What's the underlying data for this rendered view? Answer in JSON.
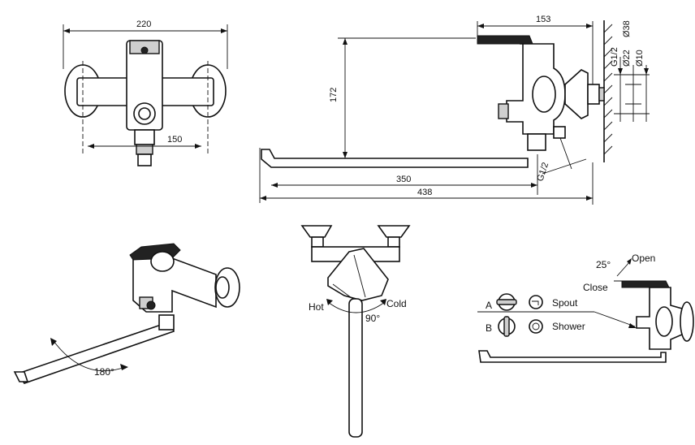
{
  "dimensions": {
    "front_width": "220",
    "front_center_distance": "150",
    "side_wall_depth": "153",
    "side_height": "172",
    "spout_length": "350",
    "overall_length": "438",
    "thread_bottom": "G1/2",
    "thread_top": "G1/2",
    "diameter_outer": "Ø38",
    "diameter_mid": "Ø22",
    "diameter_inner": "Ø10"
  },
  "labels": {
    "rotation_angle": "180°",
    "hot": "Hot",
    "cold": "Cold",
    "handle_angle": "90°",
    "tilt_angle": "25°",
    "open": "Open",
    "close": "Close",
    "position_a": "A",
    "position_b": "B",
    "spout": "Spout",
    "shower": "Shower"
  },
  "icons": {
    "faucet_mode": "faucet-icon",
    "shower_mode": "shower-head-icon"
  },
  "colors": {
    "line": "#111111",
    "fill": "#cfcfcf"
  }
}
